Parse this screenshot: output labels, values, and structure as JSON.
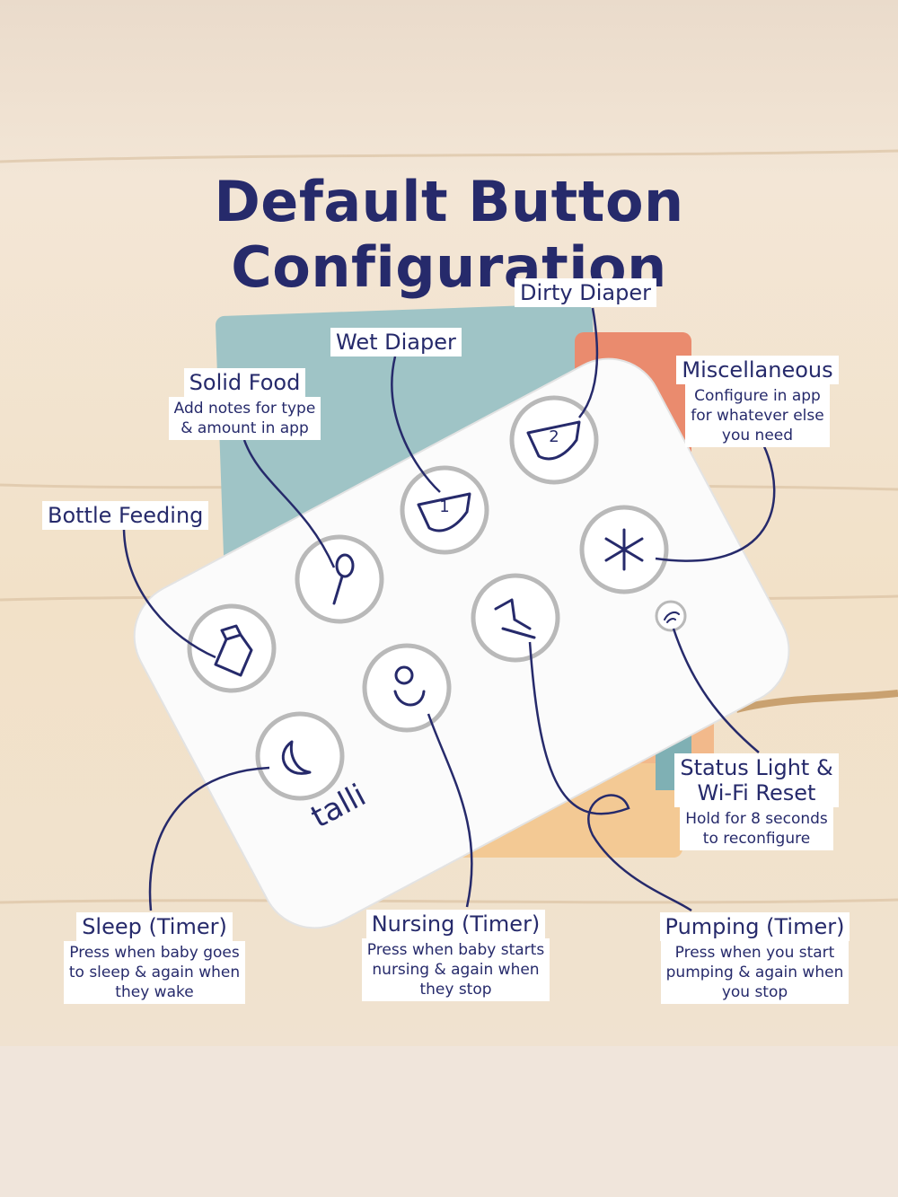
{
  "title": "Default Button Configuration",
  "brand": "talli",
  "colors": {
    "ink": "#262a6b",
    "device": "#fbfbfb",
    "ring": "#bdbdbd"
  },
  "callouts": {
    "dirty_diaper": {
      "label": "Dirty Diaper"
    },
    "wet_diaper": {
      "label": "Wet Diaper"
    },
    "solid_food": {
      "label": "Solid Food",
      "note": "Add notes for type\n& amount in app"
    },
    "miscellaneous": {
      "label": "Miscellaneous",
      "note": "Configure in app\nfor whatever else\nyou need"
    },
    "bottle_feeding": {
      "label": "Bottle Feeding"
    },
    "status_light": {
      "label": "Status Light &\nWi-Fi Reset",
      "note": "Hold for 8 seconds\nto reconfigure"
    },
    "sleep": {
      "label": "Sleep (Timer)",
      "note": "Press when baby goes\nto sleep & again when\nthey wake"
    },
    "nursing": {
      "label": "Nursing (Timer)",
      "note": "Press when baby starts\nnursing & again when\nthey stop"
    },
    "pumping": {
      "label": "Pumping (Timer)",
      "note": "Press when you start\npumping & again when\nyou stop"
    }
  },
  "buttons": [
    {
      "icon": "diaper-2-icon",
      "glyph": "2"
    },
    {
      "icon": "diaper-1-icon",
      "glyph": "1"
    },
    {
      "icon": "spoon-icon"
    },
    {
      "icon": "asterisk-icon"
    },
    {
      "icon": "bottle-icon"
    },
    {
      "icon": "pump-icon"
    },
    {
      "icon": "nursing-icon"
    },
    {
      "icon": "sleep-moon-icon"
    },
    {
      "icon": "wifi-icon"
    }
  ]
}
